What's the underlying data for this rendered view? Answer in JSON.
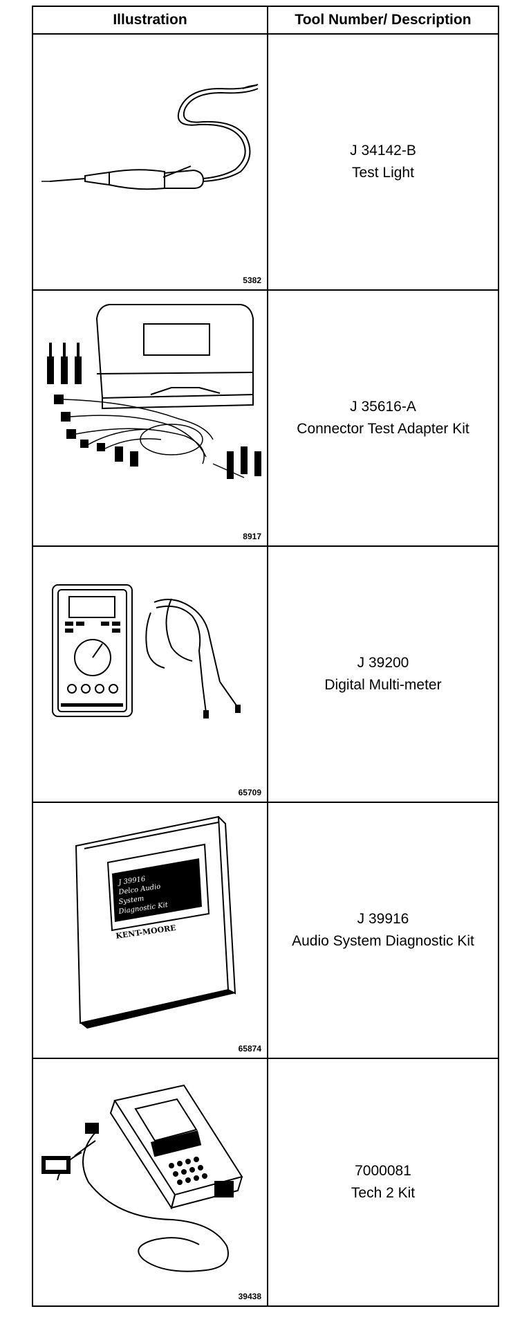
{
  "header": {
    "col1": "Illustration",
    "col2": "Tool Number/ Description"
  },
  "rows": [
    {
      "figure": "5382",
      "number": "J 34142-B",
      "description": "Test Light",
      "icon": "test-light-icon"
    },
    {
      "figure": "8917",
      "number": "J 35616-A",
      "description": "Connector Test Adapter Kit",
      "icon": "connector-test-adapter-kit-icon"
    },
    {
      "figure": "65709",
      "number": "J 39200",
      "description": "Digital Multi-meter",
      "icon": "digital-multimeter-icon"
    },
    {
      "figure": "65874",
      "number": "J 39916",
      "description": "Audio System Diagnostic Kit",
      "icon": "diagnostic-manual-icon",
      "manual_lines": [
        "J 39916",
        "Delco Audio",
        "System",
        "Diagnostic Kit"
      ],
      "brand": "KENT-MOORE"
    },
    {
      "figure": "39438",
      "number": "7000081",
      "description": "Tech 2 Kit",
      "icon": "tech2-scan-tool-icon"
    }
  ]
}
